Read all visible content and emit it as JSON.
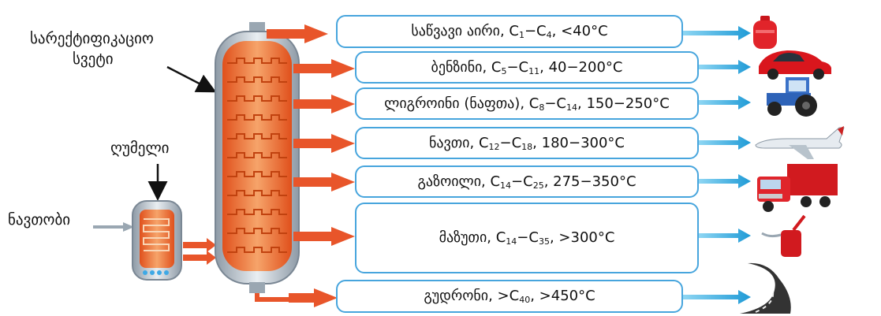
{
  "labels": {
    "column": "სარექტიფიკაციო\nსვეტი",
    "column_line1": "სარექტიფიკაციო",
    "column_line2": "სვეტი",
    "furnace": "ღუმელი",
    "oil": "ნავთობი"
  },
  "fractions": [
    {
      "name": "საწვავი აირი",
      "c_from": "1",
      "c_to": "4",
      "temp": "<40°C",
      "icon": "gas-cylinder-icon"
    },
    {
      "name": "ბენზინი",
      "c_from": "5",
      "c_to": "11",
      "temp": "40−200°C",
      "icon": "sports-car-icon"
    },
    {
      "name": "ლიგროინი (ნაფთა)",
      "c_from": "8",
      "c_to": "14",
      "temp": "150−250°C",
      "icon": "tractor-icon"
    },
    {
      "name": "ნავთი",
      "c_from": "12",
      "c_to": "18",
      "temp": "180−300°C",
      "icon": "airplane-icon"
    },
    {
      "name": "გაზოილი",
      "c_from": "14",
      "c_to": "25",
      "temp": "275−350°C",
      "icon": "truck-icon"
    },
    {
      "name": "მაზუთი",
      "c_from": "14",
      "c_to": "35",
      "temp": ">300°C",
      "icon": "oil-can-icon"
    },
    {
      "name": "გუდრონი",
      "c_from": "",
      "c_to": "40",
      "temp": ">450°C",
      "icon": "road-icon"
    }
  ],
  "colors": {
    "box_border": "#47a5dd",
    "fraction_arrow": "#e8552a",
    "product_arrow": "#39b0e3",
    "column_fill": "#f07a3c"
  }
}
